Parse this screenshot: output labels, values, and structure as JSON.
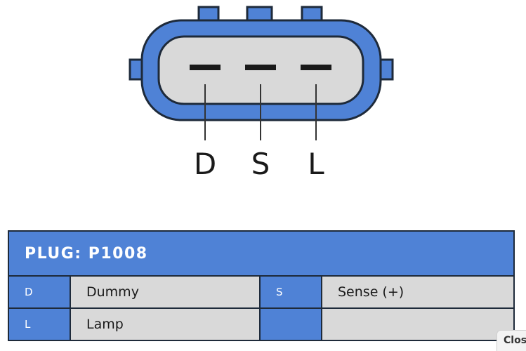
{
  "diagram": {
    "pins": [
      {
        "code": "D"
      },
      {
        "code": "S"
      },
      {
        "code": "L"
      }
    ]
  },
  "table": {
    "header": "PLUG: P1008",
    "rows": [
      [
        {
          "code": "D",
          "desc": "Dummy"
        },
        {
          "code": "S",
          "desc": "Sense (+)"
        }
      ],
      [
        {
          "code": "L",
          "desc": "Lamp"
        },
        {
          "code": "",
          "desc": ""
        }
      ]
    ]
  },
  "close_button": {
    "label": "Close"
  },
  "colors": {
    "accent": "#4f82d6",
    "cell": "#d9d9d9",
    "outline": "#1e2a3a"
  }
}
